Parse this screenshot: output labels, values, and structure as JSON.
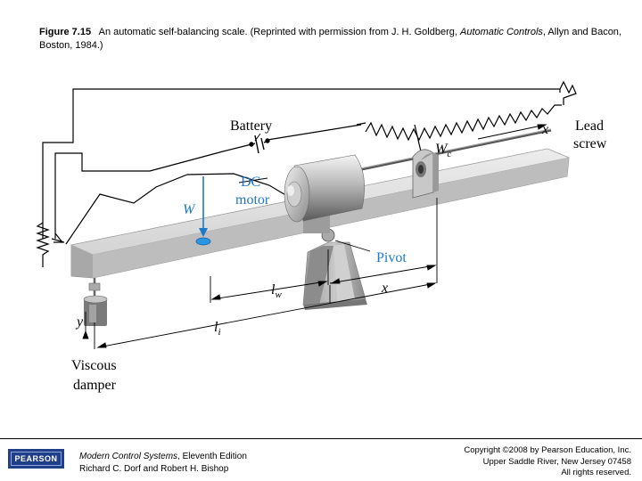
{
  "caption": {
    "label": "Figure 7.15",
    "text_pre": "An automatic self-balancing scale. (Reprinted with permission from J. H. Goldberg, ",
    "text_italic": "Automatic Controls",
    "text_post": ", Allyn and Bacon, Boston, 1984.)"
  },
  "diagram": {
    "labels": {
      "battery": "Battery",
      "x_top": "x",
      "lead": "Lead",
      "screw": "screw",
      "wc": "W",
      "wc_sub": "c",
      "dc": "DC",
      "motor": "motor",
      "w": "W",
      "pivot": "Pivot",
      "lw": "l",
      "lw_sub": "w",
      "x_bottom": "x",
      "li": "l",
      "li_sub": "i",
      "y": "y",
      "viscous": "Viscous",
      "damper": "damper"
    }
  },
  "footer": {
    "logo": "PEARSON",
    "book_title": "Modern Control Systems",
    "book_edition": ", Eleventh Edition",
    "authors": "Richard C. Dorf and Robert H. Bishop",
    "copyright_1": "Copyright ©2008 by Pearson Education, Inc.",
    "copyright_2": "Upper Saddle River, New Jersey 07458",
    "copyright_3": "All rights reserved."
  }
}
